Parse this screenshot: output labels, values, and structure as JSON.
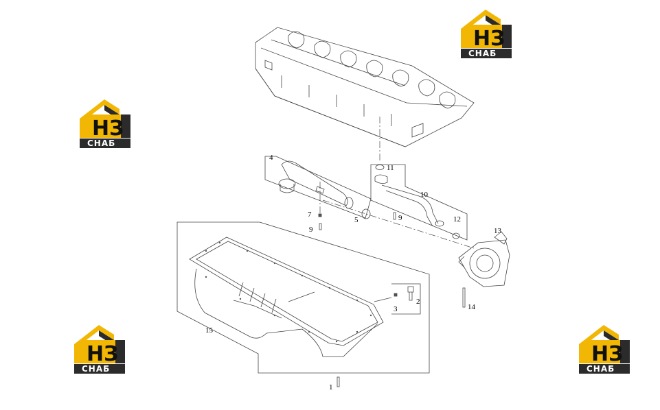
{
  "logo": {
    "text_top": "НЗ",
    "text_bottom": "СНАБ",
    "colors": {
      "gold": "#f2b705",
      "dark": "#2b2b2b"
    }
  },
  "parts": [
    {
      "id": "p1",
      "label": "1"
    },
    {
      "id": "p2",
      "label": "2"
    },
    {
      "id": "p3",
      "label": "3"
    },
    {
      "id": "p4",
      "label": "4"
    },
    {
      "id": "p5",
      "label": "5"
    },
    {
      "id": "p7",
      "label": "7"
    },
    {
      "id": "p9a",
      "label": "9"
    },
    {
      "id": "p9b",
      "label": "9"
    },
    {
      "id": "p10",
      "label": "10"
    },
    {
      "id": "p11",
      "label": "11"
    },
    {
      "id": "p12",
      "label": "12"
    },
    {
      "id": "p13",
      "label": "13"
    },
    {
      "id": "p14",
      "label": "14"
    },
    {
      "id": "p15",
      "label": "15"
    }
  ]
}
